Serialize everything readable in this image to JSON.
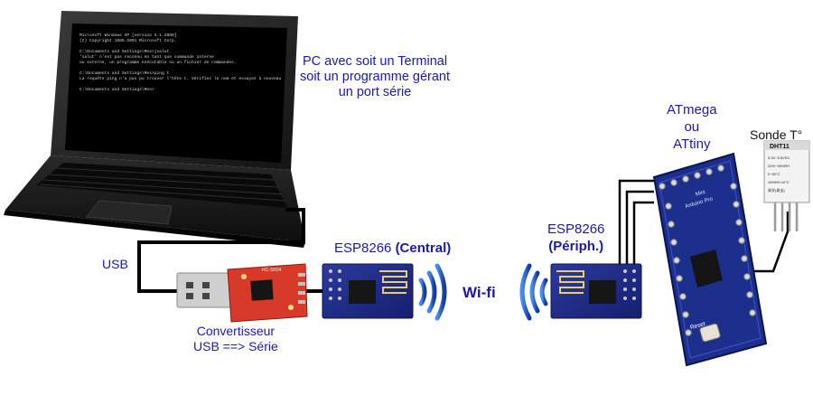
{
  "terminal": {
    "lines": [
      "Microsoft Windows XP [version 5.1.2600]",
      "(C) Copyright 1985-2001 Microsoft Corp.",
      "",
      "C:\\Documents and Settings\\Mes>jsalut",
      "'salut' n'est pas reconnu en tant que commande interne",
      "ou externe, un programme exécutable ou un fichier de commandes.",
      "",
      "C:\\Documents and Settings\\Mes>ping t",
      "La requête ping n'a pas pu trouver l'hôte t. Vérifiez le nom et essayez à nouveau",
      "",
      "C:\\Documents and Settings\\Mes>"
    ]
  },
  "labels": {
    "pc_line1": "PC avec soit un Terminal",
    "pc_line2": "soit un programme gérant",
    "pc_line3": "un port série",
    "usb": "USB",
    "converter_line1": "Convertisseur",
    "converter_line2": "USB ==> Série",
    "esp_central_name": "ESP8266",
    "esp_central_role": "(Central)",
    "wifi": "Wi-fi",
    "esp_periph_name": "ESP8266",
    "esp_periph_role": "(Périph.)",
    "mcu_line1": "ATmega",
    "mcu_line2": "ou",
    "mcu_line3": "ATtiny",
    "sensor": "Sonde T°"
  },
  "components": {
    "usb_board_text": "HC-SR04",
    "arduino_text_1": "Arduino Pro",
    "arduino_text_2": "Mini",
    "arduino_reset": "Reset",
    "dht_model": "DHT11",
    "dht_spec1": "3.3V~5.5VDC",
    "dht_spec2": "20%~95%RH",
    "dht_spec3": "0~50°C",
    "dht_spec4": "±5%RH ±2°C",
    "dht_spec5": "易学(易宝)"
  },
  "colors": {
    "label_blue": "#1a1aa6",
    "wire": "#000000",
    "wifi_blue": "#1e56c8",
    "board_blue": "#1c2f8c",
    "usb_red": "#d83a2a",
    "laptop": "#1b1b1b",
    "screen": "#000000"
  }
}
